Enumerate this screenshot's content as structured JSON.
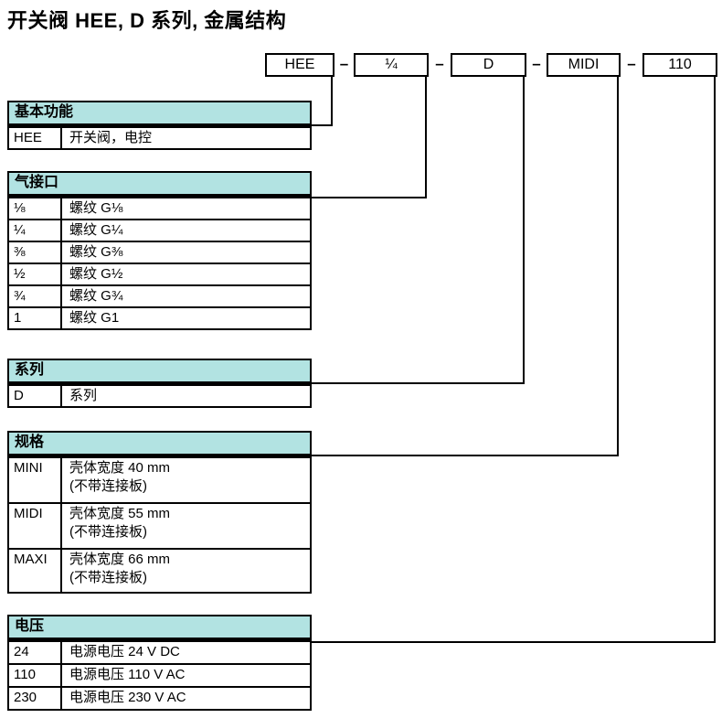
{
  "title": "开关阀 HEE, D 系列, 金属结构",
  "colors": {
    "header_bg": "#b2e3e2",
    "line": "#000000"
  },
  "code": {
    "separator": "–",
    "boxes": [
      {
        "label": "HEE"
      },
      {
        "label": "¼"
      },
      {
        "label": "D"
      },
      {
        "label": "MIDI"
      },
      {
        "label": "110"
      }
    ]
  },
  "tables": [
    {
      "header": "基本功能",
      "rows": [
        {
          "code": "HEE",
          "desc": [
            "开关阀，电控"
          ]
        }
      ]
    },
    {
      "header": "气接口",
      "rows": [
        {
          "code": "⅛",
          "desc": [
            "螺纹 G⅛"
          ]
        },
        {
          "code": "¼",
          "desc": [
            "螺纹 G¼"
          ]
        },
        {
          "code": "⅜",
          "desc": [
            "螺纹 G⅜"
          ]
        },
        {
          "code": "½",
          "desc": [
            "螺纹 G½"
          ]
        },
        {
          "code": "¾",
          "desc": [
            "螺纹 G¾"
          ]
        },
        {
          "code": "1",
          "desc": [
            "螺纹 G1"
          ]
        }
      ]
    },
    {
      "header": "系列",
      "rows": [
        {
          "code": "D",
          "desc": [
            "系列"
          ]
        }
      ]
    },
    {
      "header": "规格",
      "rows": [
        {
          "code": "MINI",
          "desc": [
            "壳体宽度 40 mm",
            "(不带连接板)"
          ]
        },
        {
          "code": "MIDI",
          "desc": [
            "壳体宽度 55 mm",
            "(不带连接板)"
          ]
        },
        {
          "code": "MAXI",
          "desc": [
            "壳体宽度 66 mm",
            "(不带连接板)"
          ]
        }
      ]
    },
    {
      "header": "电压",
      "rows": [
        {
          "code": "24",
          "desc": [
            "电源电压 24 V DC"
          ]
        },
        {
          "code": "110",
          "desc": [
            "电源电压 110 V AC"
          ]
        },
        {
          "code": "230",
          "desc": [
            "电源电压 230 V AC"
          ]
        }
      ]
    }
  ]
}
